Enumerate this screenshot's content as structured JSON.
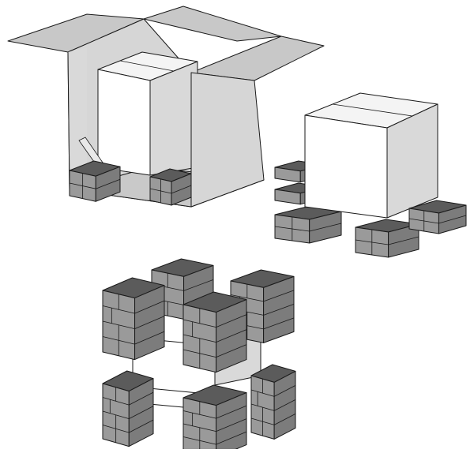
{
  "figure": {
    "background": "#ffffff",
    "line_color": "#1a1a1a",
    "colors": {
      "box_top": "#f4f4f4",
      "box_front": "#ffffff",
      "box_side": "#d9d9d9",
      "flap": "#c8c8c8",
      "carton_inner": "#d6d6d6",
      "carton_floor": "#c9c9c9",
      "block_top": "#5b5b5b",
      "block_side_light": "#9a9a9a",
      "block_side_dark": "#7c7c7c",
      "pencil": "#e8e8e8"
    },
    "panels": [
      {
        "id": "open-carton-with-cushions"
      },
      {
        "id": "box-on-cushion-blocks"
      },
      {
        "id": "corner-cushion-arrangement"
      }
    ]
  }
}
